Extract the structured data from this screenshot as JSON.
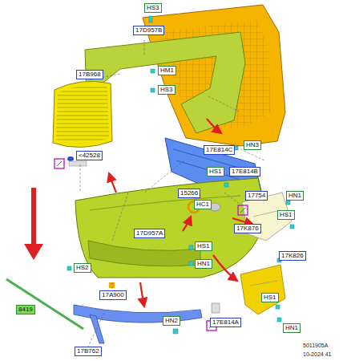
{
  "diagram": {
    "nodes": [
      {
        "text": [
          "HS3"
        ]
      },
      {
        "text": [
          "17D957B"
        ]
      },
      {
        "text": [
          "17B968"
        ]
      },
      {
        "text": [
          "HM1"
        ]
      },
      {
        "text": [
          "HS3"
        ]
      },
      {
        "text": [
          "HN3"
        ]
      },
      {
        "text": [
          "<42528"
        ]
      },
      {
        "text": [
          "17E814C"
        ]
      },
      {
        "text": [
          "HS1"
        ]
      },
      {
        "text": [
          "17E814B"
        ]
      },
      {
        "text": [
          "15266"
        ]
      },
      {
        "text": [
          "17754"
        ]
      },
      {
        "text": [
          "HN1"
        ]
      },
      {
        "text": [
          "17K876"
        ]
      },
      {
        "text": [
          "HC1"
        ]
      },
      {
        "text": [
          "HS1"
        ]
      },
      {
        "text": [
          "17D957A"
        ]
      },
      {
        "text": [
          "HS1"
        ]
      },
      {
        "text": [
          "17K826"
        ]
      },
      {
        "text": [
          "HN1"
        ]
      },
      {
        "text": [
          "HS2"
        ]
      },
      {
        "text": [
          "17A900"
        ]
      },
      {
        "text": [
          "HS1"
        ]
      },
      {
        "text": [
          "8419"
        ]
      },
      {
        "text": [
          "HN2"
        ]
      },
      {
        "text": [
          "17E814A"
        ]
      },
      {
        "text": [
          "HN1"
        ]
      },
      {
        "text": [
          "17B762"
        ]
      }
    ],
    "labels": [
      "5011905A",
      "10-2024 41"
    ]
  }
}
